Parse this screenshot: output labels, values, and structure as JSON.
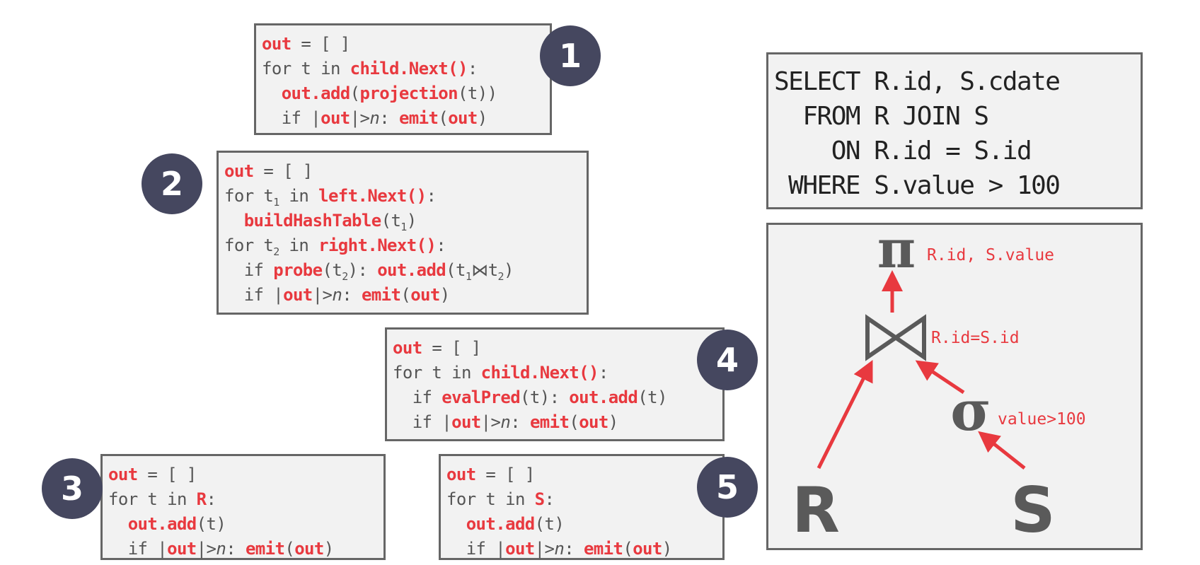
{
  "colors": {
    "accent": "#e8393f",
    "text": "#555555",
    "box_bg": "#f2f2f2",
    "box_border": "#666666",
    "badge": "#45475f"
  },
  "operators": [
    {
      "badge": "1",
      "lines": [
        [
          {
            "t": "out",
            "c": "r"
          },
          {
            "t": " = [ ]",
            "c": "k"
          }
        ],
        [
          {
            "t": "for t in ",
            "c": "k"
          },
          {
            "t": "child.Next()",
            "c": "r"
          },
          {
            "t": ":",
            "c": "k"
          }
        ],
        [
          {
            "t": "  ",
            "c": "k"
          },
          {
            "t": "out.add",
            "c": "r"
          },
          {
            "t": "(",
            "c": "k"
          },
          {
            "t": "projection",
            "c": "r"
          },
          {
            "t": "(t))",
            "c": "k"
          }
        ],
        [
          {
            "t": "  if |",
            "c": "k"
          },
          {
            "t": "out",
            "c": "r"
          },
          {
            "t": "|>",
            "c": "k"
          },
          {
            "t": "n",
            "c": "i"
          },
          {
            "t": ": ",
            "c": "k"
          },
          {
            "t": "emit",
            "c": "r"
          },
          {
            "t": "(",
            "c": "k"
          },
          {
            "t": "out",
            "c": "r"
          },
          {
            "t": ")",
            "c": "k"
          }
        ]
      ]
    },
    {
      "badge": "2",
      "lines": [
        [
          {
            "t": "out",
            "c": "r"
          },
          {
            "t": " = [ ]",
            "c": "k"
          }
        ],
        [
          {
            "t": "for t",
            "c": "k"
          },
          {
            "t": "1",
            "c": "sub"
          },
          {
            "t": " in ",
            "c": "k"
          },
          {
            "t": "left.Next()",
            "c": "r"
          },
          {
            "t": ":",
            "c": "k"
          }
        ],
        [
          {
            "t": "  ",
            "c": "k"
          },
          {
            "t": "buildHashTable",
            "c": "r"
          },
          {
            "t": "(t",
            "c": "k"
          },
          {
            "t": "1",
            "c": "sub"
          },
          {
            "t": ")",
            "c": "k"
          }
        ],
        [
          {
            "t": "for t",
            "c": "k"
          },
          {
            "t": "2",
            "c": "sub"
          },
          {
            "t": " in ",
            "c": "k"
          },
          {
            "t": "right.Next()",
            "c": "r"
          },
          {
            "t": ":",
            "c": "k"
          }
        ],
        [
          {
            "t": "  if ",
            "c": "k"
          },
          {
            "t": "probe",
            "c": "r"
          },
          {
            "t": "(t",
            "c": "k"
          },
          {
            "t": "2",
            "c": "sub"
          },
          {
            "t": "): ",
            "c": "k"
          },
          {
            "t": "out.add",
            "c": "r"
          },
          {
            "t": "(t",
            "c": "k"
          },
          {
            "t": "1",
            "c": "sub"
          },
          {
            "t": "⋈t",
            "c": "k"
          },
          {
            "t": "2",
            "c": "sub"
          },
          {
            "t": ")",
            "c": "k"
          }
        ],
        [
          {
            "t": "  if |",
            "c": "k"
          },
          {
            "t": "out",
            "c": "r"
          },
          {
            "t": "|>",
            "c": "k"
          },
          {
            "t": "n",
            "c": "i"
          },
          {
            "t": ": ",
            "c": "k"
          },
          {
            "t": "emit",
            "c": "r"
          },
          {
            "t": "(",
            "c": "k"
          },
          {
            "t": "out",
            "c": "r"
          },
          {
            "t": ")",
            "c": "k"
          }
        ]
      ]
    },
    {
      "badge": "4",
      "lines": [
        [
          {
            "t": "out",
            "c": "r"
          },
          {
            "t": " = [ ]",
            "c": "k"
          }
        ],
        [
          {
            "t": "for t in ",
            "c": "k"
          },
          {
            "t": "child.Next()",
            "c": "r"
          },
          {
            "t": ":",
            "c": "k"
          }
        ],
        [
          {
            "t": "  if ",
            "c": "k"
          },
          {
            "t": "evalPred",
            "c": "r"
          },
          {
            "t": "(t): ",
            "c": "k"
          },
          {
            "t": "out.add",
            "c": "r"
          },
          {
            "t": "(t)",
            "c": "k"
          }
        ],
        [
          {
            "t": "  if |",
            "c": "k"
          },
          {
            "t": "out",
            "c": "r"
          },
          {
            "t": "|>",
            "c": "k"
          },
          {
            "t": "n",
            "c": "i"
          },
          {
            "t": ": ",
            "c": "k"
          },
          {
            "t": "emit",
            "c": "r"
          },
          {
            "t": "(",
            "c": "k"
          },
          {
            "t": "out",
            "c": "r"
          },
          {
            "t": ")",
            "c": "k"
          }
        ]
      ]
    },
    {
      "badge": "3",
      "lines": [
        [
          {
            "t": "out",
            "c": "r"
          },
          {
            "t": " = [ ]",
            "c": "k"
          }
        ],
        [
          {
            "t": "for t in ",
            "c": "k"
          },
          {
            "t": "R",
            "c": "r"
          },
          {
            "t": ":",
            "c": "k"
          }
        ],
        [
          {
            "t": "  ",
            "c": "k"
          },
          {
            "t": "out.add",
            "c": "r"
          },
          {
            "t": "(t)",
            "c": "k"
          }
        ],
        [
          {
            "t": "  if |",
            "c": "k"
          },
          {
            "t": "out",
            "c": "r"
          },
          {
            "t": "|>",
            "c": "k"
          },
          {
            "t": "n",
            "c": "i"
          },
          {
            "t": ": ",
            "c": "k"
          },
          {
            "t": "emit",
            "c": "r"
          },
          {
            "t": "(",
            "c": "k"
          },
          {
            "t": "out",
            "c": "r"
          },
          {
            "t": ")",
            "c": "k"
          }
        ]
      ]
    },
    {
      "badge": "5",
      "lines": [
        [
          {
            "t": "out",
            "c": "r"
          },
          {
            "t": " = [ ]",
            "c": "k"
          }
        ],
        [
          {
            "t": "for t in ",
            "c": "k"
          },
          {
            "t": "S",
            "c": "r"
          },
          {
            "t": ":",
            "c": "k"
          }
        ],
        [
          {
            "t": "  ",
            "c": "k"
          },
          {
            "t": "out.add",
            "c": "r"
          },
          {
            "t": "(t)",
            "c": "k"
          }
        ],
        [
          {
            "t": "  if |",
            "c": "k"
          },
          {
            "t": "out",
            "c": "r"
          },
          {
            "t": "|>",
            "c": "k"
          },
          {
            "t": "n",
            "c": "i"
          },
          {
            "t": ": ",
            "c": "k"
          },
          {
            "t": "emit",
            "c": "r"
          },
          {
            "t": "(",
            "c": "k"
          },
          {
            "t": "out",
            "c": "r"
          },
          {
            "t": ")",
            "c": "k"
          }
        ]
      ]
    }
  ],
  "sql": [
    "SELECT R.id, S.cdate",
    "  FROM R JOIN S",
    "    ON R.id = S.id",
    " WHERE S.value > 100"
  ],
  "tree": {
    "projection_symbol": "π",
    "projection_label": "R.id, S.value",
    "join_label": "R.id=S.id",
    "selection_symbol": "σ",
    "selection_label": "value>100",
    "left_table": "R",
    "right_table": "S"
  }
}
